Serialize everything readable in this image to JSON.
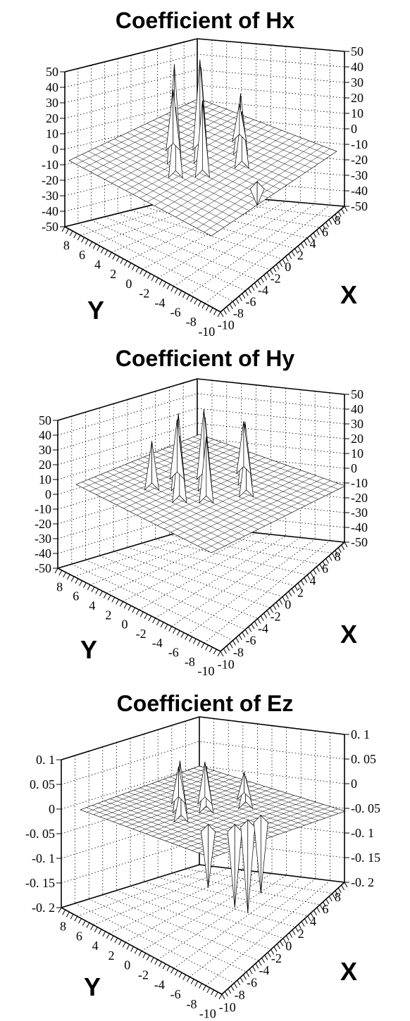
{
  "chart_data": [
    {
      "type": "surface3d",
      "title": "Coefficient of Hx",
      "xlabel": "X",
      "ylabel": "Y",
      "xlim": [
        -10,
        10
      ],
      "ylim": [
        -10,
        10
      ],
      "zlim": [
        -50,
        50
      ],
      "x_ticks": [
        "-10",
        "-8",
        "-6",
        "-4",
        "-2",
        "0",
        "2",
        "4",
        "6",
        "8"
      ],
      "y_ticks": [
        "8",
        "6",
        "4",
        "2",
        "0",
        "-2",
        "-4",
        "-6",
        "-8",
        "-10"
      ],
      "z_ticks_left": [
        "50",
        "40",
        "30",
        "20",
        "10",
        "0",
        "-10",
        "-20",
        "-30",
        "-40",
        "-50"
      ],
      "z_ticks_right": [
        "50",
        "40",
        "30",
        "20",
        "10",
        "0",
        "-10",
        "-20",
        "-30",
        "-40",
        "-50"
      ],
      "grid": true,
      "peaks": [
        {
          "x": -2,
          "y": 2,
          "z": 50
        },
        {
          "x": 0,
          "y": 0,
          "z": 48
        },
        {
          "x": 2,
          "y": 2,
          "z": 45
        },
        {
          "x": -4,
          "y": 0,
          "z": 35
        },
        {
          "x": 4,
          "y": -2,
          "z": 30
        },
        {
          "x": 2,
          "y": -4,
          "z": 28
        },
        {
          "x": -2,
          "y": -2,
          "z": 38
        },
        {
          "x": 6,
          "y": 0,
          "z": 18
        },
        {
          "x": 0,
          "y": 4,
          "z": 30
        },
        {
          "x": 0,
          "y": -8,
          "z": -10
        }
      ]
    },
    {
      "type": "surface3d",
      "title": "Coefficient of Hy",
      "xlabel": "X",
      "ylabel": "Y",
      "xlim": [
        -10,
        10
      ],
      "ylim": [
        -10,
        10
      ],
      "zlim": [
        -50,
        50
      ],
      "x_ticks": [
        "-10",
        "-8",
        "-6",
        "-4",
        "-2",
        "0",
        "2",
        "4",
        "6",
        "8"
      ],
      "y_ticks": [
        "8",
        "6",
        "4",
        "2",
        "0",
        "-2",
        "-4",
        "-6",
        "-8",
        "-10"
      ],
      "z_ticks_left": [
        "50",
        "40",
        "30",
        "20",
        "10",
        "0",
        "-10",
        "-20",
        "-30",
        "-40",
        "-50"
      ],
      "z_ticks_right": [
        "50",
        "40",
        "30",
        "20",
        "10",
        "0",
        "-10",
        "-20",
        "-30",
        "-40",
        "-50"
      ],
      "grid": true,
      "peaks": [
        {
          "x": -2,
          "y": 2,
          "z": 42
        },
        {
          "x": 0,
          "y": 0,
          "z": 40
        },
        {
          "x": 2,
          "y": 2,
          "z": 38
        },
        {
          "x": -4,
          "y": 0,
          "z": 36
        },
        {
          "x": 4,
          "y": -2,
          "z": 34
        },
        {
          "x": 2,
          "y": -4,
          "z": 30
        },
        {
          "x": -2,
          "y": -2,
          "z": 36
        },
        {
          "x": 6,
          "y": 0,
          "z": 28
        },
        {
          "x": 0,
          "y": 4,
          "z": 32
        },
        {
          "x": -4,
          "y": 4,
          "z": 26
        }
      ]
    },
    {
      "type": "surface3d",
      "title": "Coefficient of Ez",
      "xlabel": "X",
      "ylabel": "Y",
      "xlim": [
        -10,
        10
      ],
      "ylim": [
        -10,
        10
      ],
      "zlim": [
        -0.2,
        0.1
      ],
      "x_ticks": [
        "-10",
        "-8",
        "-6",
        "-4",
        "-2",
        "0",
        "2",
        "4",
        "6",
        "8"
      ],
      "y_ticks": [
        "8",
        "6",
        "4",
        "2",
        "0",
        "-2",
        "-4",
        "-6",
        "-8",
        "-10"
      ],
      "z_ticks_left": [
        "0. 1",
        "0. 05",
        "0",
        "-0. 05",
        "-0. 1",
        "-0. 15",
        "-0. 2"
      ],
      "z_ticks_right": [
        "0. 1",
        "0. 05",
        "0",
        "-0. 05",
        "-0. 1",
        "-0. 15",
        "-0. 2"
      ],
      "grid": true,
      "peaks": [
        {
          "x": -2,
          "y": 2,
          "z": 0.1
        },
        {
          "x": 0,
          "y": 0,
          "z": 0.09
        },
        {
          "x": 2,
          "y": 2,
          "z": 0.08
        },
        {
          "x": -4,
          "y": 0,
          "z": 0.07
        },
        {
          "x": 4,
          "y": -2,
          "z": 0.06
        },
        {
          "x": 6,
          "y": 0,
          "z": 0.05
        },
        {
          "x": 0,
          "y": 4,
          "z": 0.07
        },
        {
          "x": -2,
          "y": -6,
          "z": -0.16
        },
        {
          "x": 0,
          "y": -6,
          "z": -0.18
        },
        {
          "x": 2,
          "y": -6,
          "z": -0.15
        },
        {
          "x": -4,
          "y": -4,
          "z": -0.12
        }
      ]
    }
  ]
}
